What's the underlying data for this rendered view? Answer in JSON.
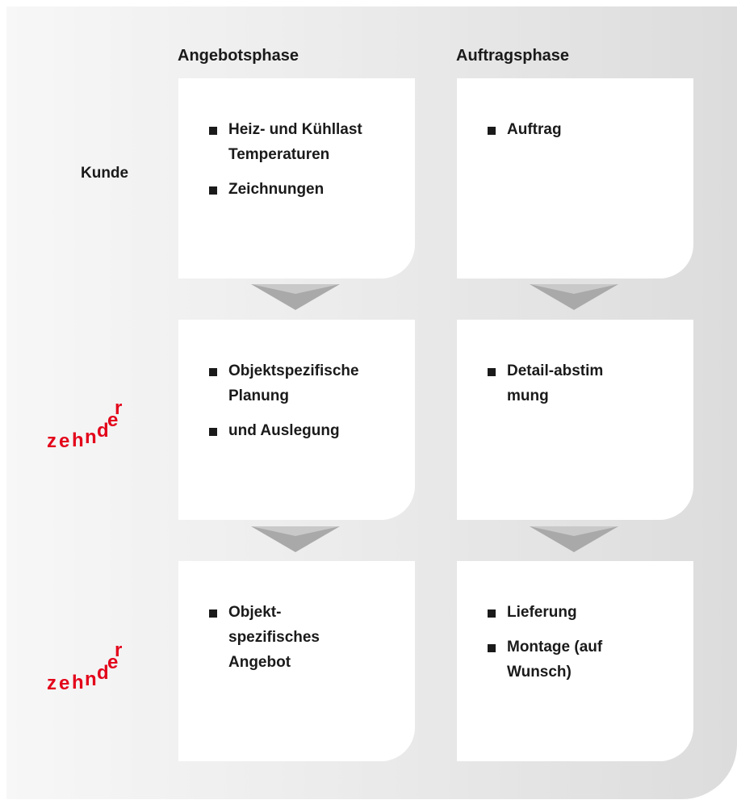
{
  "columns": [
    "Angebotsphase",
    "Auftragsphase"
  ],
  "rows": {
    "kunde_label": "Kunde",
    "logo_text": "zehnder"
  },
  "cards": {
    "kunde_angebot": [
      "Heiz- und Kühllast Temperaturen",
      "Zeichnungen"
    ],
    "kunde_auftrag": [
      "Auftrag"
    ],
    "zehnder1_angebot": [
      "Objektspezifische Planung",
      "und Auslegung"
    ],
    "zehnder1_auftrag": [
      "Detail-abstimmung"
    ],
    "zehnder2_angebot": [
      "Objekt-spezifisches Angebot"
    ],
    "zehnder2_auftrag": [
      "Lieferung",
      "Montage (auf Wunsch)"
    ]
  },
  "colors": {
    "brand_red": "#e3051b",
    "arrow_gray": "#a9a9a9"
  },
  "icons": [
    "bullet-square-icon",
    "down-arrow-icon",
    "zehnder-logo"
  ]
}
